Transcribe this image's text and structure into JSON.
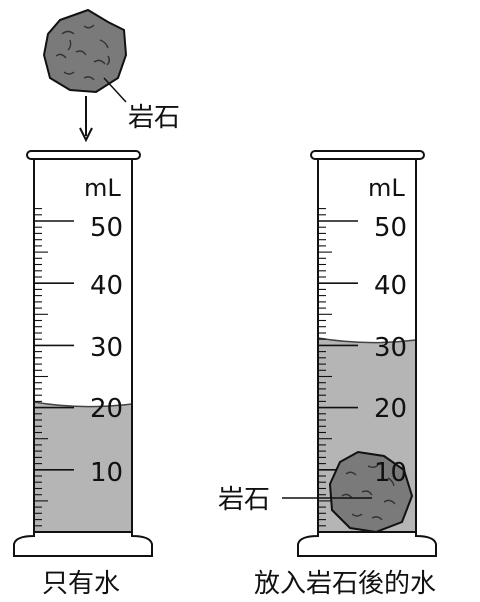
{
  "rock_label_top": "岩石",
  "rock_label_bottom": "岩石",
  "cylinder_left": {
    "caption": "只有水",
    "unit": "mL",
    "tick_labels": [
      "50",
      "40",
      "30",
      "20",
      "10"
    ],
    "water_level_ml": 20
  },
  "cylinder_right": {
    "caption": "放入岩石後的水",
    "unit": "mL",
    "tick_labels": [
      "50",
      "40",
      "30",
      "20",
      "10"
    ],
    "water_level_ml": 30
  },
  "colors": {
    "water": "#b5b5b5",
    "rock": "#7a7a7a",
    "outline": "#111111"
  }
}
